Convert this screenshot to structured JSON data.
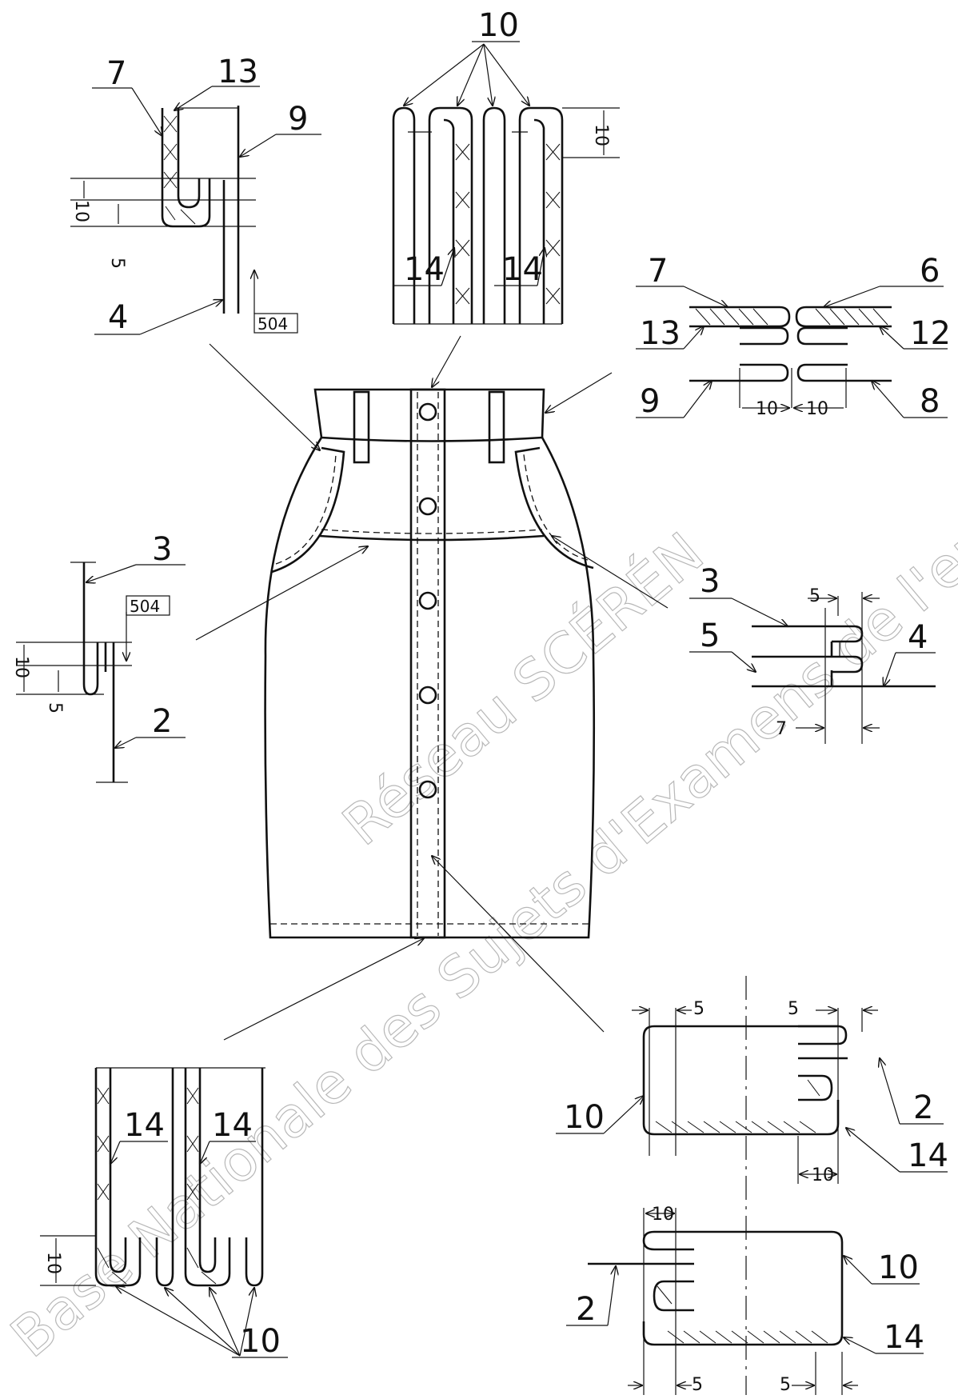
{
  "watermark": {
    "line1": "Base Nationale des Sujets d'Examens de l'enseignement professionnel",
    "line2": "Réseau SCÉRÉN"
  },
  "callouts": {
    "d1": {
      "a": "7",
      "b": "13",
      "c": "9",
      "d": "4",
      "dim10": "10",
      "dim5": "5",
      "box": "504"
    },
    "d2": {
      "top": "10",
      "l": "14",
      "r": "14",
      "dim10": "10"
    },
    "d3": {
      "a": "7",
      "b": "6",
      "c": "13",
      "d": "12",
      "e": "9",
      "f": "8",
      "dimL": "10",
      "dimR": "10"
    },
    "d4": {
      "a": "3",
      "b": "2",
      "dim10": "10",
      "dim5": "5",
      "box": "504"
    },
    "d5": {
      "a": "3",
      "b": "5",
      "c": "4",
      "dim5": "5",
      "dim7": "7"
    },
    "d6": {
      "bottom": "10",
      "l": "14",
      "r": "14",
      "dim10": "10"
    },
    "d7": {
      "a": "10",
      "b": "2",
      "c": "14",
      "dimL": "5",
      "dimR": "5",
      "dim10": "10"
    },
    "d8": {
      "a": "10",
      "b": "2",
      "c": "14",
      "dim10": "10",
      "dimL": "5",
      "dimR": "5"
    }
  }
}
